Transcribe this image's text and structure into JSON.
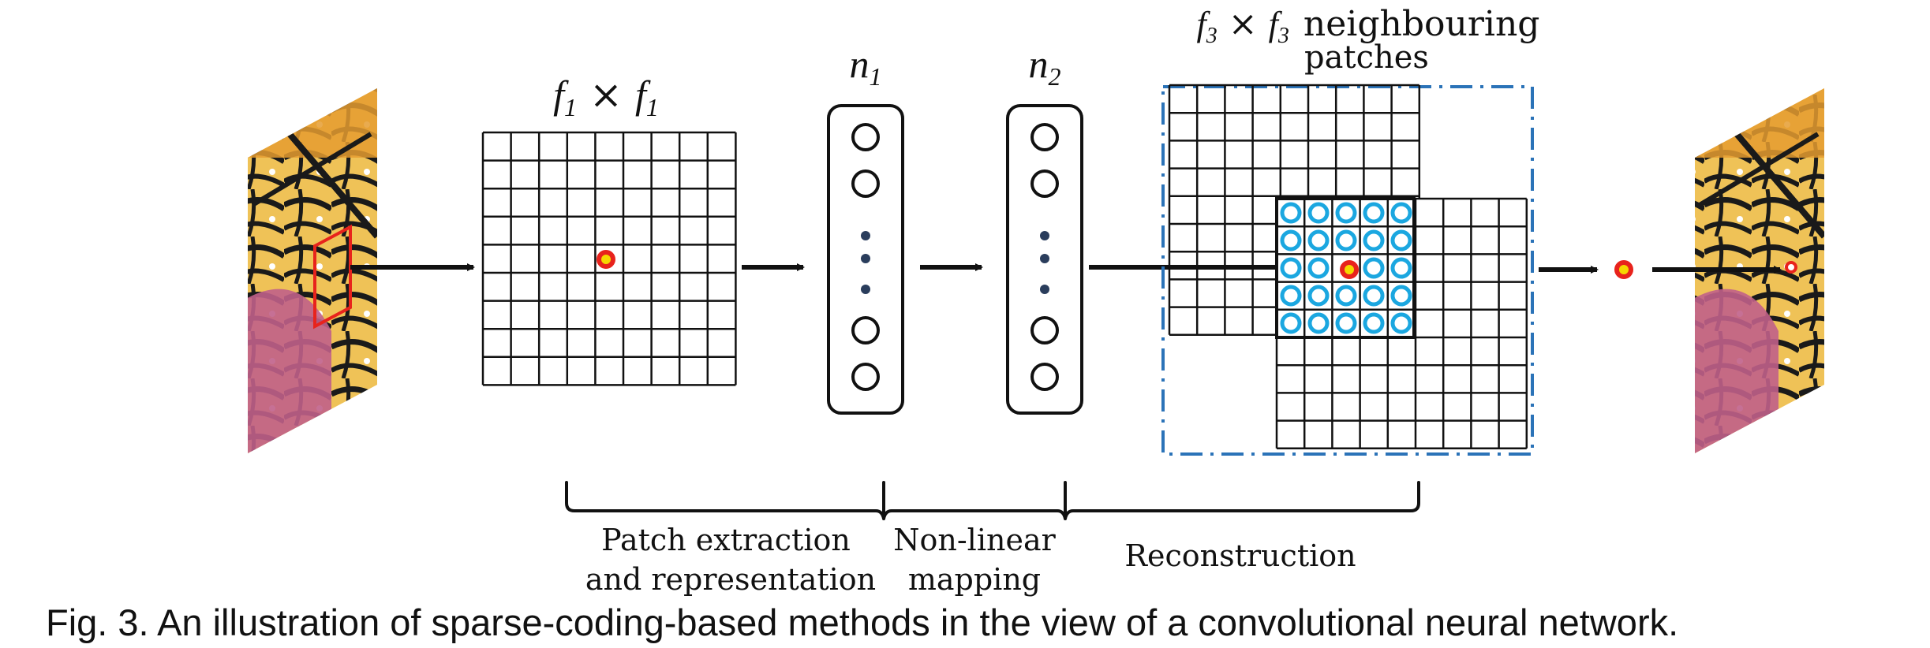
{
  "labels": {
    "filter1": {
      "var": "f",
      "sub": "1",
      "times": "×"
    },
    "n1": {
      "var": "n",
      "sub": "1"
    },
    "n2": {
      "var": "n",
      "sub": "2"
    },
    "filter3": {
      "var": "f",
      "sub": "3",
      "times": "×",
      "text": "neighbouring",
      "line2": "patches"
    }
  },
  "stages": {
    "patch_extraction": [
      "Patch extraction",
      "and representation"
    ],
    "nonlinear": [
      "Non-linear",
      "mapping"
    ],
    "reconstruction": [
      "Reconstruction"
    ]
  },
  "caption": "Fig. 3.  An illustration of sparse-coding-based methods in the view of a convolutional neural network.",
  "colors": {
    "line": "#111111",
    "highlight_ring": "#e8231c",
    "highlight_fill": "#f5d800",
    "cyan_circles": "#1ba7e0",
    "dashed_box": "#2b73b8",
    "patch_outline": "#e8231c",
    "wing_orange": "#e8a93b",
    "wing_yellow": "#f0c85a",
    "pink_flower": "#c0608a"
  },
  "icons": {
    "input_image": "butterfly-wing-image",
    "output_image": "butterfly-wing-image"
  }
}
